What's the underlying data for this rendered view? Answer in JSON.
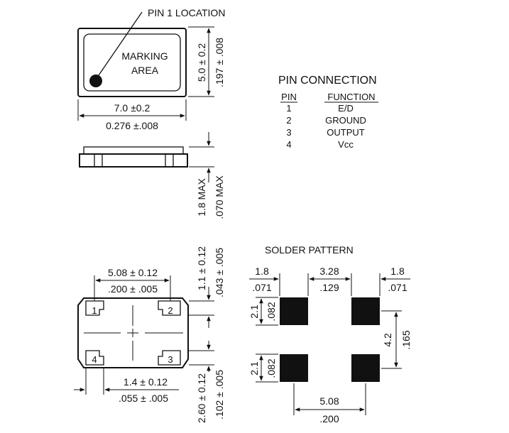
{
  "top_view": {
    "pin1_location_label": "PIN 1 LOCATION",
    "marking_area_line1": "MARKING",
    "marking_area_line2": "AREA",
    "height_mm": "5.0 ± 0.2",
    "height_in": ".197 ± .008",
    "width_mm": "7.0 ±0.2",
    "width_in": "0.276 ±.008"
  },
  "side_view": {
    "thickness_mm": "1.8 MAX",
    "thickness_in": ".070 MAX"
  },
  "pin_connection": {
    "title": "PIN CONNECTION",
    "headers": {
      "pin": "PIN",
      "function": "FUNCTION"
    },
    "rows": [
      {
        "pin": "1",
        "function": "E/D"
      },
      {
        "pin": "2",
        "function": "GROUND"
      },
      {
        "pin": "3",
        "function": "OUTPUT"
      },
      {
        "pin": "4",
        "function": "Vcc"
      }
    ]
  },
  "bottom_view": {
    "pin_spacing_mm": "5.08 ± 0.12",
    "pin_spacing_in": ".200 ± .005",
    "pad_width_mm": "1.4 ± 0.12",
    "pad_width_in": ".055 ± .005",
    "top_offset_mm": "1.1 ± 0.12",
    "top_offset_in": ".043 ± .005",
    "row_pitch_mm": "2.60 ± 0.12",
    "row_pitch_in": ".102 ± .005",
    "pin_labels": [
      "1",
      "2",
      "3",
      "4"
    ]
  },
  "solder_pattern": {
    "title": "SOLDER PATTERN",
    "left_margin_mm": "1.8",
    "left_margin_in": ".071",
    "gap_mm": "3.28",
    "gap_in": ".129",
    "right_margin_mm": "1.8",
    "right_margin_in": ".071",
    "pad_height_top_mm": "2.1",
    "pad_height_top_in": ".082",
    "pad_height_bottom_mm": "2.1",
    "pad_height_bottom_in": ".082",
    "vertical_span_mm": "4.2",
    "vertical_span_in": ".165",
    "bottom_span_mm": "5.08",
    "bottom_span_in": ".200"
  }
}
